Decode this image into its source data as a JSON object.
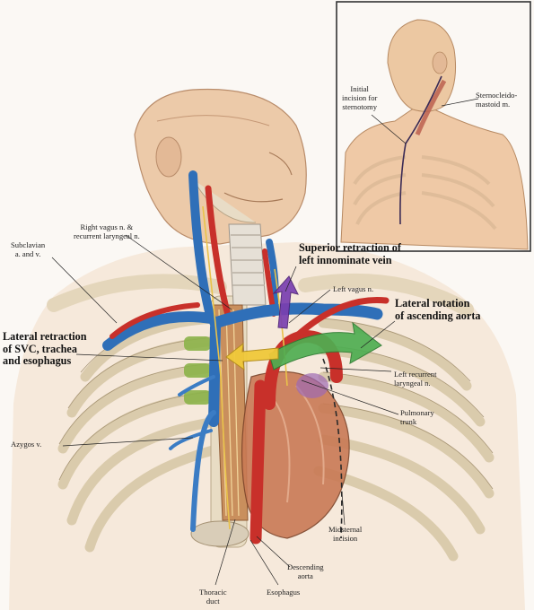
{
  "labels": {
    "subclavian": [
      "Subclavian",
      "a. and v."
    ],
    "right_vagus": [
      "Right vagus n. &",
      "recurrent laryngeal n."
    ],
    "superior_retraction": [
      "Superior retraction of",
      "left innominate vein"
    ],
    "left_vagus": "Left vagus n.",
    "lateral_rotation": [
      "Lateral rotation",
      "of ascending aorta"
    ],
    "lateral_retraction": [
      "Lateral retraction",
      "of SVC, trachea",
      "and esophagus"
    ],
    "left_recurrent": [
      "Left recurrent",
      "laryngeal n."
    ],
    "pulmonary_trunk": [
      "Pulmonary",
      "trunk"
    ],
    "azygos": "Azygos v.",
    "midsternal_incision": [
      "Midsternal",
      "incision"
    ],
    "descending_aorta": [
      "Descending",
      "aorta"
    ],
    "esophagus": "Esophagus",
    "thoracic_duct": [
      "Thoracic",
      "duct"
    ],
    "initial_incision": [
      "Initial",
      "incision for",
      "sternotomy"
    ],
    "sternocleidomastoid": [
      "Sternocleido-",
      "mastoid m."
    ]
  },
  "colors": {
    "vein": "#2f6fb8",
    "artery": "#c8302a",
    "arrow_green": "#4fae52",
    "arrow_purple": "#7a3fb0",
    "arrow_yellow": "#f0c93a",
    "bone": "#eadfc9",
    "skin": "#efc9a6"
  }
}
